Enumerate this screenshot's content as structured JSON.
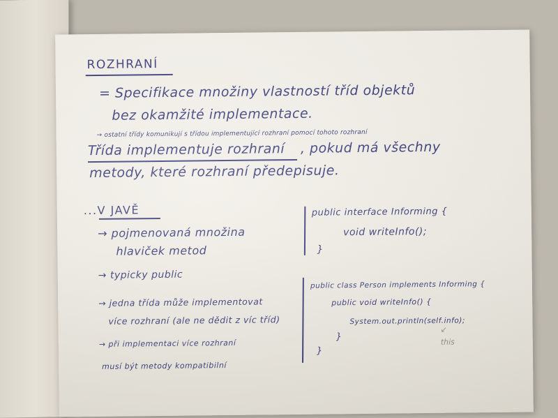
{
  "notes": {
    "title": "ROZHRANÍ",
    "lines": [
      "= Specifikace množiny vlastností tříd objektů",
      "bez okamžité implementace.",
      "→ ostatní třídy komunikují s třídou implementující rozhraní pomocí tohoto rozhraní",
      "Třída implementuje rozhraní",
      ", pokud má všechny",
      "metody, které rozhraní předepisuje."
    ],
    "java_title": "...V JAVĚ",
    "java_points": [
      "→ pojmenovaná množina",
      "hlaviček metod",
      "→ typicky public",
      "→ jedna třída může implementovat",
      "více rozhraní (ale ne dědit z víc tříd)",
      "→ při implementaci více rozhraní",
      "musí být metody kompatibilní"
    ],
    "code": [
      "public interface Informing {",
      "void writeInfo();",
      "}",
      "public class Person implements Informing {",
      "public void writeInfo() {",
      "System.out.println(self.info);",
      "}",
      "}"
    ],
    "annotation": "this",
    "annotation_arrow": "↙"
  }
}
